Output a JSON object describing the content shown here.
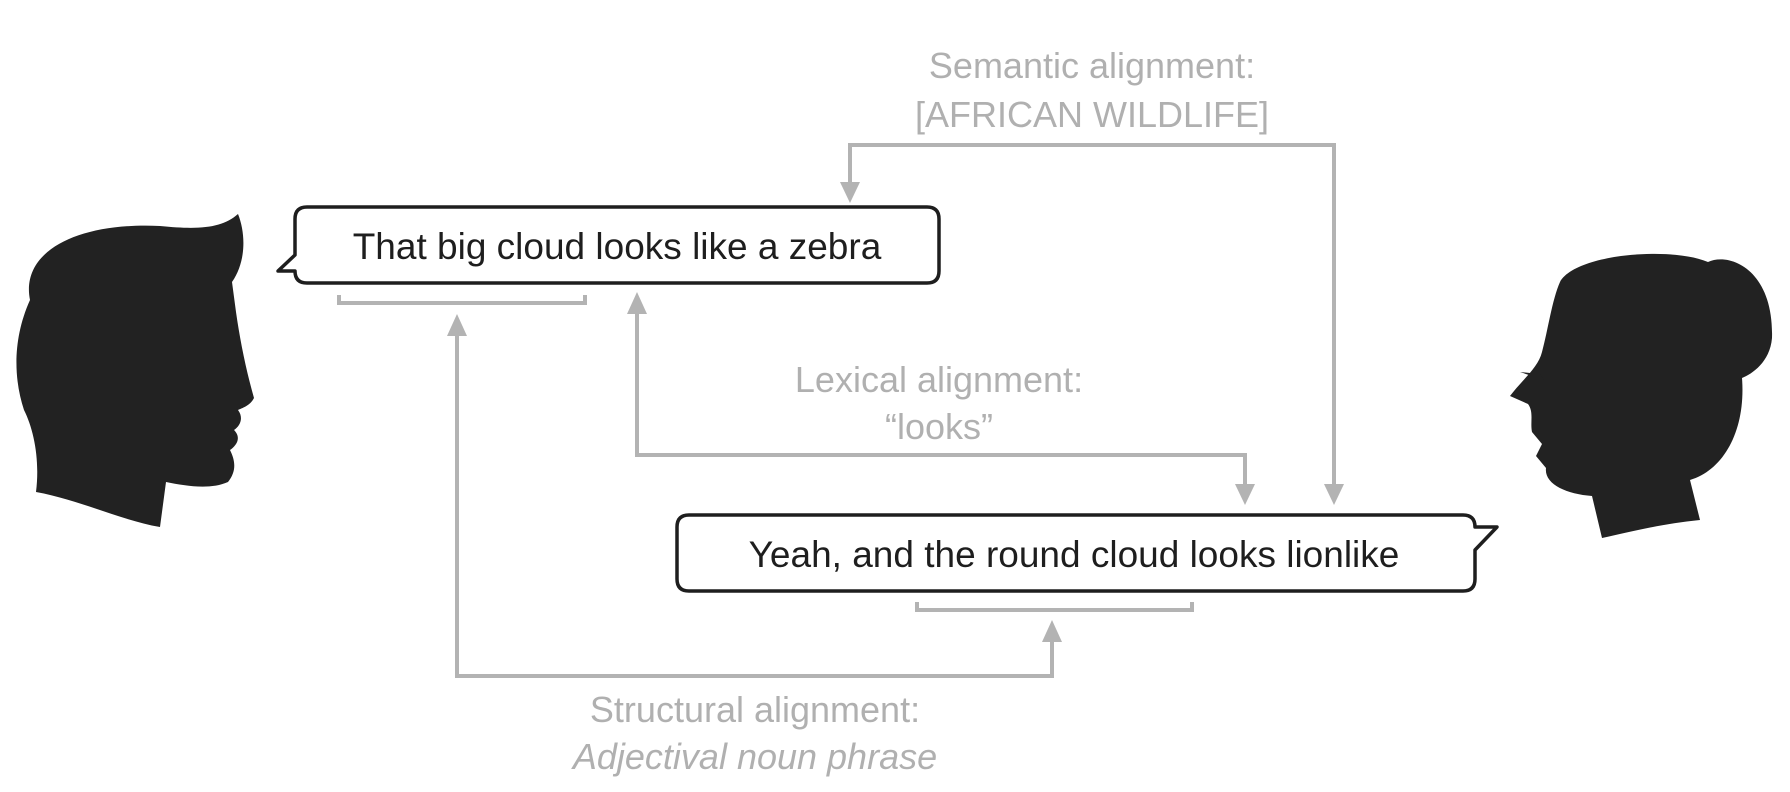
{
  "speaker_a": {
    "utterance": "That big cloud looks like a zebra"
  },
  "speaker_b": {
    "utterance": "Yeah, and the round cloud looks lionlike"
  },
  "alignments": {
    "semantic": {
      "title": "Semantic alignment:",
      "value": "[AFRICAN WILDLIFE]"
    },
    "lexical": {
      "title": "Lexical alignment:",
      "value": "“looks”"
    },
    "structural": {
      "title": "Structural alignment:",
      "value": "Adjectival noun phrase"
    }
  },
  "colors": {
    "connector": "#b3b3b3",
    "label": "#b0b0b0",
    "silhouette": "#222222"
  }
}
